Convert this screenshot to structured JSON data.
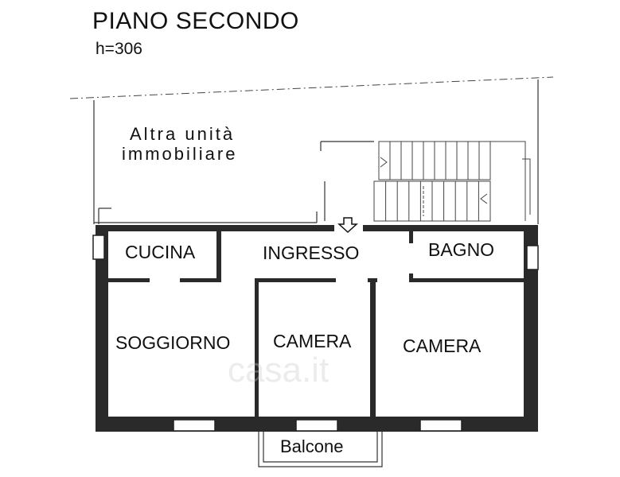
{
  "title": "PIANO SECONDO",
  "height_label": "h=306",
  "neighbor": {
    "line1": "Altra unità",
    "line2": "immobiliare"
  },
  "rooms": {
    "cucina": "CUCINA",
    "ingresso": "INGRESSO",
    "bagno": "BAGNO",
    "soggiorno": "SOGGIORNO",
    "camera1": "CAMERA",
    "camera2": "CAMERA",
    "balcone": "Balcone"
  },
  "watermark": "casa.it",
  "icons": {
    "entrance": "entrance-arrow-icon"
  }
}
